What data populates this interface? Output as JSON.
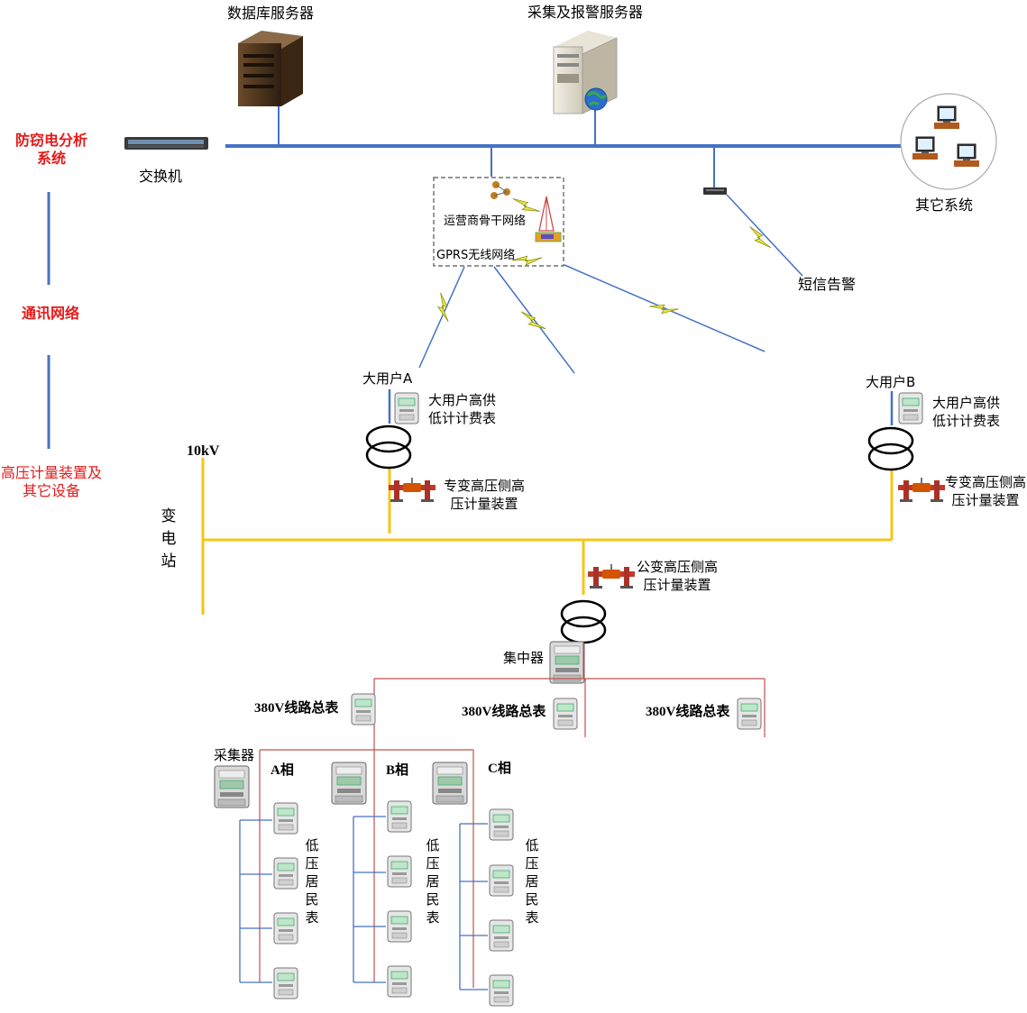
{
  "layers": {
    "analysis": "防窃电分析系统",
    "network": "通讯网络",
    "devices": "高压计量装置及其它设备"
  },
  "servers": {
    "database": "数据库服务器",
    "collect_alarm": "采集及报警服务器",
    "switch": "交换机",
    "other_systems": "其它系统",
    "sms_alarm": "短信告警"
  },
  "network": {
    "backbone": "运营商骨干网络",
    "gprs": "GPRS无线网络"
  },
  "users": {
    "a_title": "大用户A",
    "b_title": "大用户B",
    "meter_a": "大用户高供低计计费表",
    "meter_b": "大用户高供低计计费表",
    "hv_device_a": "专变高压侧高压计量装置",
    "hv_device_b": "专变高压侧高压计量装置"
  },
  "substation": {
    "voltage": "10kV",
    "name": "变电站",
    "public_hv": "公变高压侧高压计量装置",
    "concentrator": "集中器"
  },
  "lines": {
    "line_meter_1": "380V线路总表",
    "line_meter_2": "380V线路总表",
    "line_meter_3": "380V线路总表"
  },
  "phases": {
    "collector": "采集器",
    "a": "A相",
    "b": "B相",
    "c": "C相",
    "resident_label": "低压居民表"
  },
  "colors": {
    "network_line": "#4472c4",
    "power_line": "#f5c518",
    "lowvolt_line": "#c0504d",
    "label_red": "#e41a1a"
  }
}
